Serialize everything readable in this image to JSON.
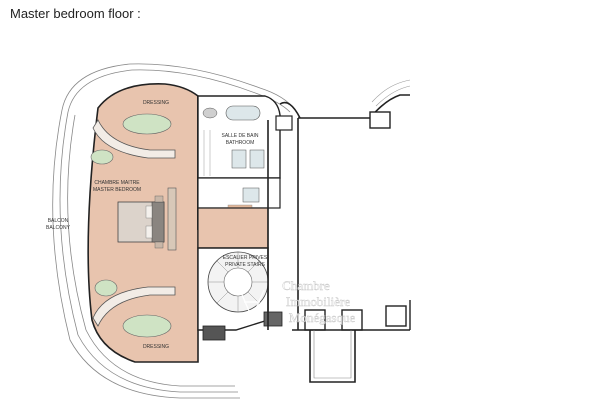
{
  "title": "Master bedroom floor :",
  "labels": {
    "dressing_top": "DRESSING",
    "salle_de_bain": "SALLE DE BAIN",
    "bathroom": "BATHROOM",
    "chambre": "CHAMBRE MAITRE",
    "master_bedroom": "MASTER BEDROOM",
    "balcon": "BALCON",
    "balcony": "BALCONY",
    "escalier": "ESCALIER PRIVES",
    "private_stairs": "PRIVATE STAIRS",
    "dressing_bottom": "DRESSING"
  },
  "watermark": {
    "line1": "Chambre",
    "line2": "Immobilière",
    "line3": "Monégasque"
  },
  "colors": {
    "floor": "#e8c4ae",
    "bath_fill": "#dde7ea",
    "accent_green": "#cfe3c4",
    "wall": "#222222",
    "balcony_line": "#888888"
  }
}
